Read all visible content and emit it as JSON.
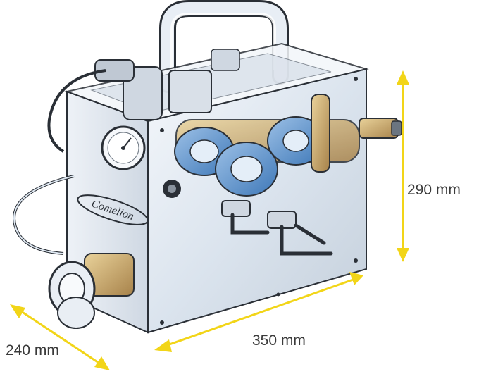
{
  "dimensions": {
    "height": "290 mm",
    "width": "350 mm",
    "depth": "240 mm"
  },
  "colors": {
    "arrow": "#f2d518",
    "metal": "#dfe8f2",
    "outline": "#2a2f36",
    "accent_blue": "#3e78b8",
    "brass": "#c9a45a"
  },
  "brand": {
    "logo_text": "Comelion"
  },
  "icons": [
    "pressure-gauge-icon",
    "carry-handle-icon",
    "hose-icon"
  ]
}
